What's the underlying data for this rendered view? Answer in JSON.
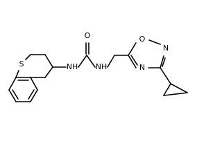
{
  "molecule": {
    "atoms": {
      "sulfur": "S",
      "oxygen_carbonyl": "O",
      "nh_left": "NH",
      "nh_right": "NH",
      "oxygen_ring": "O",
      "nitrogen_ring_top": "N",
      "nitrogen_ring_bottom": "N"
    }
  },
  "colors": {
    "bond": "#000000",
    "label": "#000000",
    "background": "#ffffff"
  }
}
